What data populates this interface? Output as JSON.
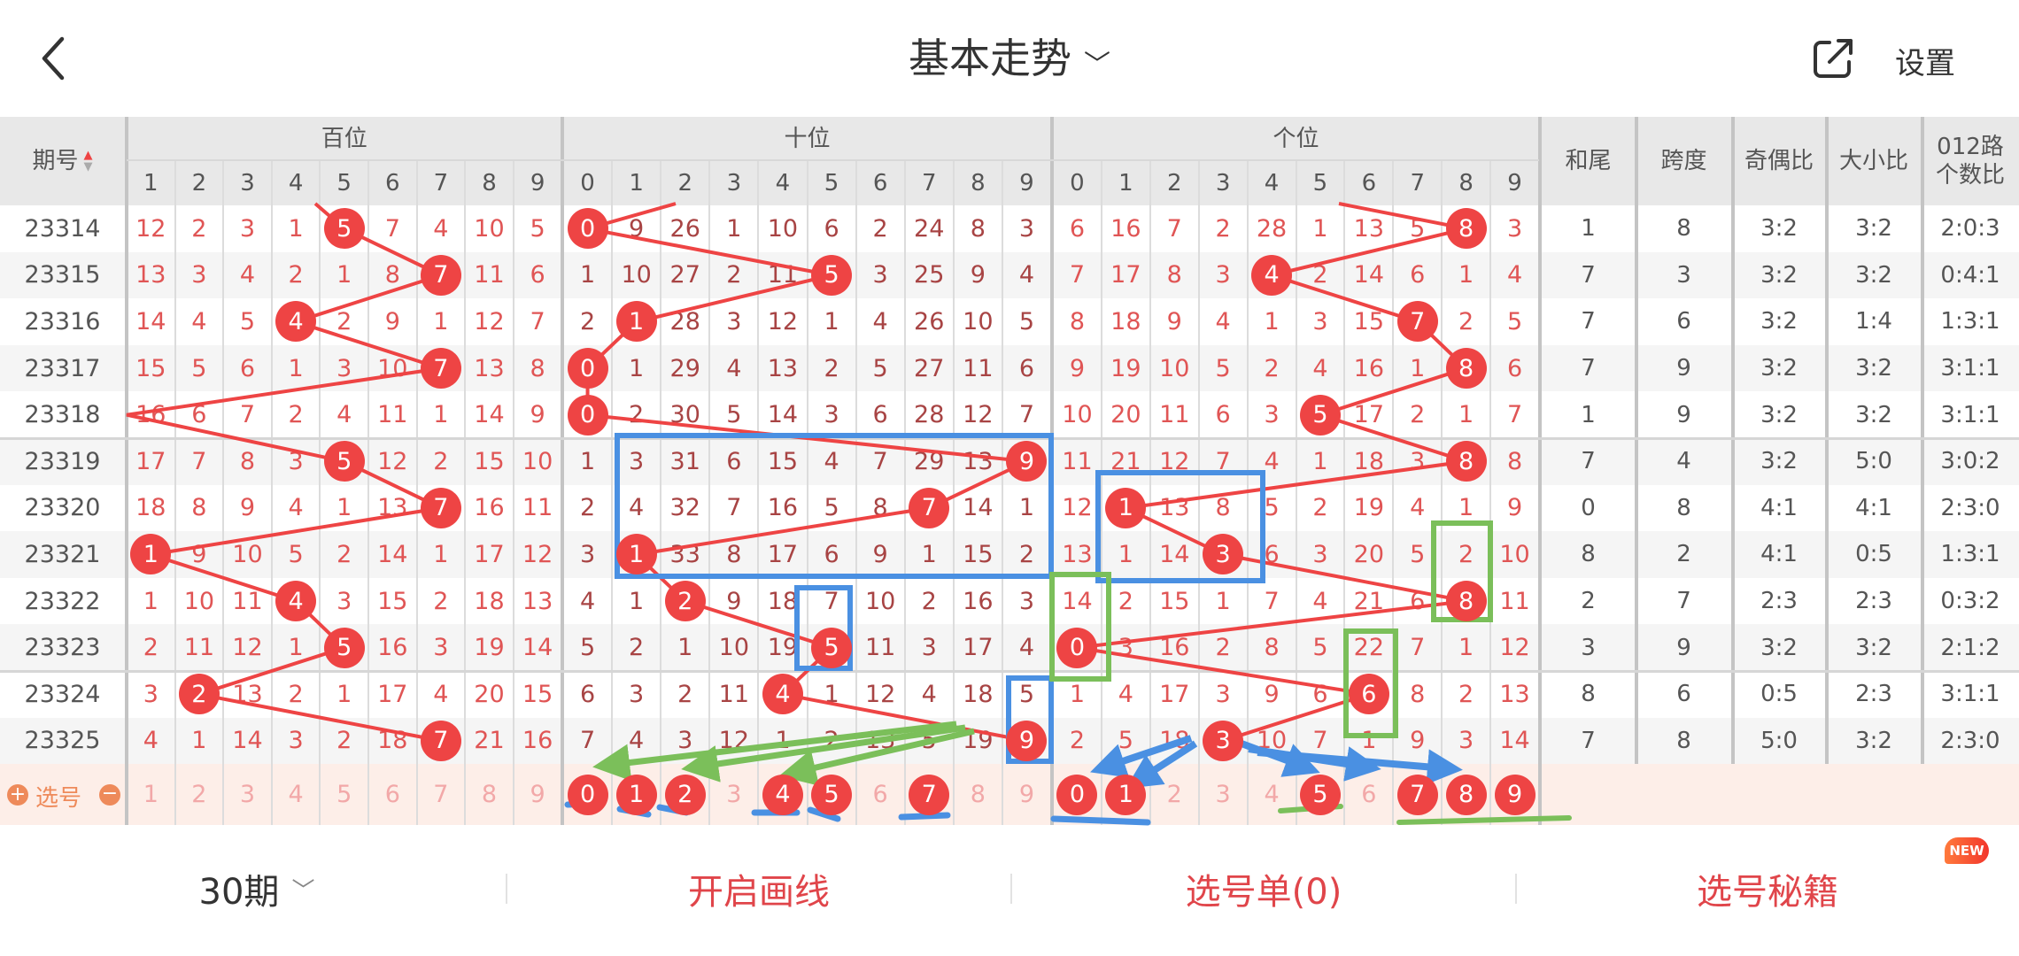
{
  "header": {
    "title": "基本走势",
    "settings_label": "设置",
    "back_icon": "chevron-left-icon",
    "share_icon": "share-icon"
  },
  "table": {
    "period_header": "期号",
    "groups": {
      "hundreds": "百位",
      "tens": "十位",
      "units": "个位"
    },
    "stat_headers": [
      "和尾",
      "跨度",
      "奇偶比",
      "大小比",
      "012路\n个数比"
    ],
    "hundreds_digits": [
      "1",
      "2",
      "3",
      "4",
      "5",
      "6",
      "7",
      "8",
      "9"
    ],
    "tens_digits": [
      "0",
      "1",
      "2",
      "3",
      "4",
      "5",
      "6",
      "7",
      "8",
      "9"
    ],
    "units_digits": [
      "0",
      "1",
      "2",
      "3",
      "4",
      "5",
      "6",
      "7",
      "8",
      "9"
    ],
    "rows": [
      {
        "period": "23314",
        "hit": [
          5,
          0,
          8
        ],
        "hundreds": [
          "12",
          "2",
          "3",
          "1",
          "5",
          "7",
          "4",
          "10",
          "5"
        ],
        "tens": [
          "0",
          "9",
          "26",
          "1",
          "10",
          "6",
          "2",
          "24",
          "8",
          "3"
        ],
        "units": [
          "6",
          "16",
          "7",
          "2",
          "28",
          "1",
          "13",
          "5",
          "8",
          "3"
        ],
        "stats": [
          "1",
          "8",
          "3:2",
          "3:2",
          "2:0:3"
        ]
      },
      {
        "period": "23315",
        "hit": [
          7,
          5,
          4
        ],
        "hundreds": [
          "13",
          "3",
          "4",
          "2",
          "1",
          "8",
          "7",
          "11",
          "6"
        ],
        "tens": [
          "1",
          "10",
          "27",
          "2",
          "11",
          "5",
          "3",
          "25",
          "9",
          "4"
        ],
        "units": [
          "7",
          "17",
          "8",
          "3",
          "4",
          "2",
          "14",
          "6",
          "1",
          "4"
        ],
        "stats": [
          "7",
          "3",
          "3:2",
          "3:2",
          "0:4:1"
        ]
      },
      {
        "period": "23316",
        "hit": [
          4,
          1,
          7
        ],
        "hundreds": [
          "14",
          "4",
          "5",
          "4",
          "2",
          "9",
          "1",
          "12",
          "7"
        ],
        "tens": [
          "2",
          "1",
          "28",
          "3",
          "12",
          "1",
          "4",
          "26",
          "10",
          "5"
        ],
        "units": [
          "8",
          "18",
          "9",
          "4",
          "1",
          "3",
          "15",
          "7",
          "2",
          "5"
        ],
        "stats": [
          "7",
          "6",
          "3:2",
          "1:4",
          "1:3:1"
        ]
      },
      {
        "period": "23317",
        "hit": [
          7,
          0,
          8
        ],
        "hundreds": [
          "15",
          "5",
          "6",
          "1",
          "3",
          "10",
          "7",
          "13",
          "8"
        ],
        "tens": [
          "0",
          "1",
          "29",
          "4",
          "13",
          "2",
          "5",
          "27",
          "11",
          "6"
        ],
        "units": [
          "9",
          "19",
          "10",
          "5",
          "2",
          "4",
          "16",
          "1",
          "8",
          "6"
        ],
        "stats": [
          "7",
          "9",
          "3:2",
          "3:2",
          "3:1:1"
        ]
      },
      {
        "period": "23318",
        "hit": [
          0,
          0,
          5
        ],
        "hundreds": [
          "16",
          "6",
          "7",
          "2",
          "4",
          "11",
          "1",
          "14",
          "9"
        ],
        "tens": [
          "0",
          "2",
          "30",
          "5",
          "14",
          "3",
          "6",
          "28",
          "12",
          "7"
        ],
        "units": [
          "10",
          "20",
          "11",
          "6",
          "3",
          "5",
          "17",
          "2",
          "1",
          "7"
        ],
        "stats": [
          "1",
          "9",
          "3:2",
          "3:2",
          "3:1:1"
        ]
      },
      {
        "period": "23319",
        "hit": [
          5,
          9,
          8
        ],
        "hundreds": [
          "17",
          "7",
          "8",
          "3",
          "5",
          "12",
          "2",
          "15",
          "10"
        ],
        "tens": [
          "1",
          "3",
          "31",
          "6",
          "15",
          "4",
          "7",
          "29",
          "13",
          "9"
        ],
        "units": [
          "11",
          "21",
          "12",
          "7",
          "4",
          "1",
          "18",
          "3",
          "8",
          "8"
        ],
        "stats": [
          "7",
          "4",
          "3:2",
          "5:0",
          "3:0:2"
        ]
      },
      {
        "period": "23320",
        "hit": [
          7,
          7,
          1
        ],
        "hundreds": [
          "18",
          "8",
          "9",
          "4",
          "1",
          "13",
          "7",
          "16",
          "11"
        ],
        "tens": [
          "2",
          "4",
          "32",
          "7",
          "16",
          "5",
          "8",
          "7",
          "14",
          "1"
        ],
        "units": [
          "12",
          "1",
          "13",
          "8",
          "5",
          "2",
          "19",
          "4",
          "1",
          "9"
        ],
        "stats": [
          "0",
          "8",
          "4:1",
          "4:1",
          "2:3:0"
        ]
      },
      {
        "period": "23321",
        "hit": [
          1,
          1,
          3
        ],
        "hundreds": [
          "1",
          "9",
          "10",
          "5",
          "2",
          "14",
          "1",
          "17",
          "12"
        ],
        "tens": [
          "3",
          "1",
          "33",
          "8",
          "17",
          "6",
          "9",
          "1",
          "15",
          "2"
        ],
        "units": [
          "13",
          "1",
          "14",
          "3",
          "6",
          "3",
          "20",
          "5",
          "2",
          "10"
        ],
        "stats": [
          "8",
          "2",
          "4:1",
          "0:5",
          "1:3:1"
        ]
      },
      {
        "period": "23322",
        "hit": [
          4,
          2,
          8
        ],
        "hundreds": [
          "1",
          "10",
          "11",
          "4",
          "3",
          "15",
          "2",
          "18",
          "13"
        ],
        "tens": [
          "4",
          "1",
          "2",
          "9",
          "18",
          "7",
          "10",
          "2",
          "16",
          "3"
        ],
        "units": [
          "14",
          "2",
          "15",
          "1",
          "7",
          "4",
          "21",
          "6",
          "8",
          "11"
        ],
        "stats": [
          "2",
          "7",
          "2:3",
          "2:3",
          "0:3:2"
        ]
      },
      {
        "period": "23323",
        "hit": [
          5,
          5,
          0
        ],
        "hundreds": [
          "2",
          "11",
          "12",
          "1",
          "5",
          "16",
          "3",
          "19",
          "14"
        ],
        "tens": [
          "5",
          "2",
          "1",
          "10",
          "19",
          "5",
          "11",
          "3",
          "17",
          "4"
        ],
        "units": [
          "0",
          "3",
          "16",
          "2",
          "8",
          "5",
          "22",
          "7",
          "1",
          "12"
        ],
        "stats": [
          "3",
          "9",
          "3:2",
          "3:2",
          "2:1:2"
        ]
      },
      {
        "period": "23324",
        "hit": [
          2,
          4,
          6
        ],
        "hundreds": [
          "3",
          "2",
          "13",
          "2",
          "1",
          "17",
          "4",
          "20",
          "15"
        ],
        "tens": [
          "6",
          "3",
          "2",
          "11",
          "4",
          "1",
          "12",
          "4",
          "18",
          "5"
        ],
        "units": [
          "1",
          "4",
          "17",
          "3",
          "9",
          "6",
          "6",
          "8",
          "2",
          "13"
        ],
        "stats": [
          "8",
          "6",
          "0:5",
          "2:3",
          "3:1:1"
        ]
      },
      {
        "period": "23325",
        "hit": [
          7,
          9,
          3
        ],
        "hundreds": [
          "4",
          "1",
          "14",
          "3",
          "2",
          "18",
          "7",
          "21",
          "16"
        ],
        "tens": [
          "7",
          "4",
          "3",
          "12",
          "1",
          "2",
          "13",
          "5",
          "19",
          "9"
        ],
        "units": [
          "2",
          "5",
          "18",
          "3",
          "10",
          "7",
          "1",
          "9",
          "3",
          "14"
        ],
        "stats": [
          "7",
          "8",
          "5:0",
          "3:2",
          "2:3:0"
        ]
      }
    ]
  },
  "select_row": {
    "label": "选号",
    "plus_icon": "plus-circle-icon",
    "minus_icon": "minus-circle-icon",
    "hundreds_selected": [],
    "tens_selected": [
      0,
      1,
      2,
      4,
      5,
      7
    ],
    "units_selected": [
      0,
      1,
      5,
      7,
      8,
      9
    ]
  },
  "bottom_bar": {
    "periods": "30期",
    "draw_lines": "开启画线",
    "selection_list": "选号单(0)",
    "tips": "选号秘籍",
    "new_badge": "NEW"
  },
  "colors": {
    "hit": "#ee4444",
    "miss_text": "#e05555",
    "tens_text": "#a84444",
    "accent": "#e0454a",
    "annotation_blue": "#4a90e2",
    "annotation_green": "#7bbf5a"
  }
}
